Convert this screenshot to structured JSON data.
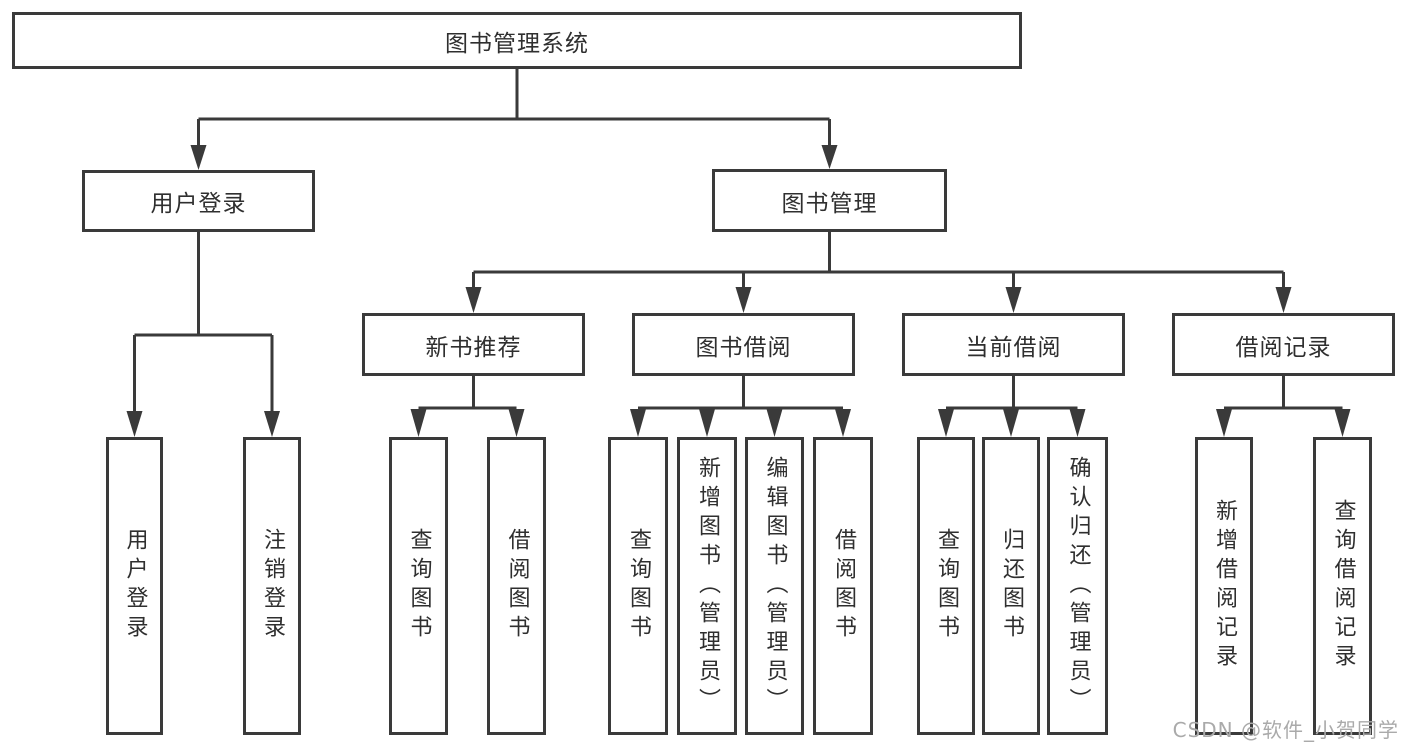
{
  "title": "图书管理系统",
  "colors": {
    "line": "#3a3a3a",
    "text": "#2f2f2f",
    "watermark": "#aaaaaa",
    "background": "#ffffff"
  },
  "tree": {
    "label": "图书管理系统",
    "children": [
      {
        "label": "用户登录",
        "children": [
          {
            "label": "用户登录"
          },
          {
            "label": "注销登录"
          }
        ]
      },
      {
        "label": "图书管理",
        "children": [
          {
            "label": "新书推荐",
            "children": [
              {
                "label": "查询图书"
              },
              {
                "label": "借阅图书"
              }
            ]
          },
          {
            "label": "图书借阅",
            "children": [
              {
                "label": "查询图书"
              },
              {
                "label": "新增图书（管理员）"
              },
              {
                "label": "编辑图书（管理员）"
              },
              {
                "label": "借阅图书"
              }
            ]
          },
          {
            "label": "当前借阅",
            "children": [
              {
                "label": "查询图书"
              },
              {
                "label": "归还图书"
              },
              {
                "label": "确认归还（管理员）"
              }
            ]
          },
          {
            "label": "借阅记录",
            "children": [
              {
                "label": "新增借阅记录"
              },
              {
                "label": "查询借阅记录"
              }
            ]
          }
        ]
      }
    ]
  },
  "watermark": {
    "text": "CSDN @软件_小贺同学"
  }
}
